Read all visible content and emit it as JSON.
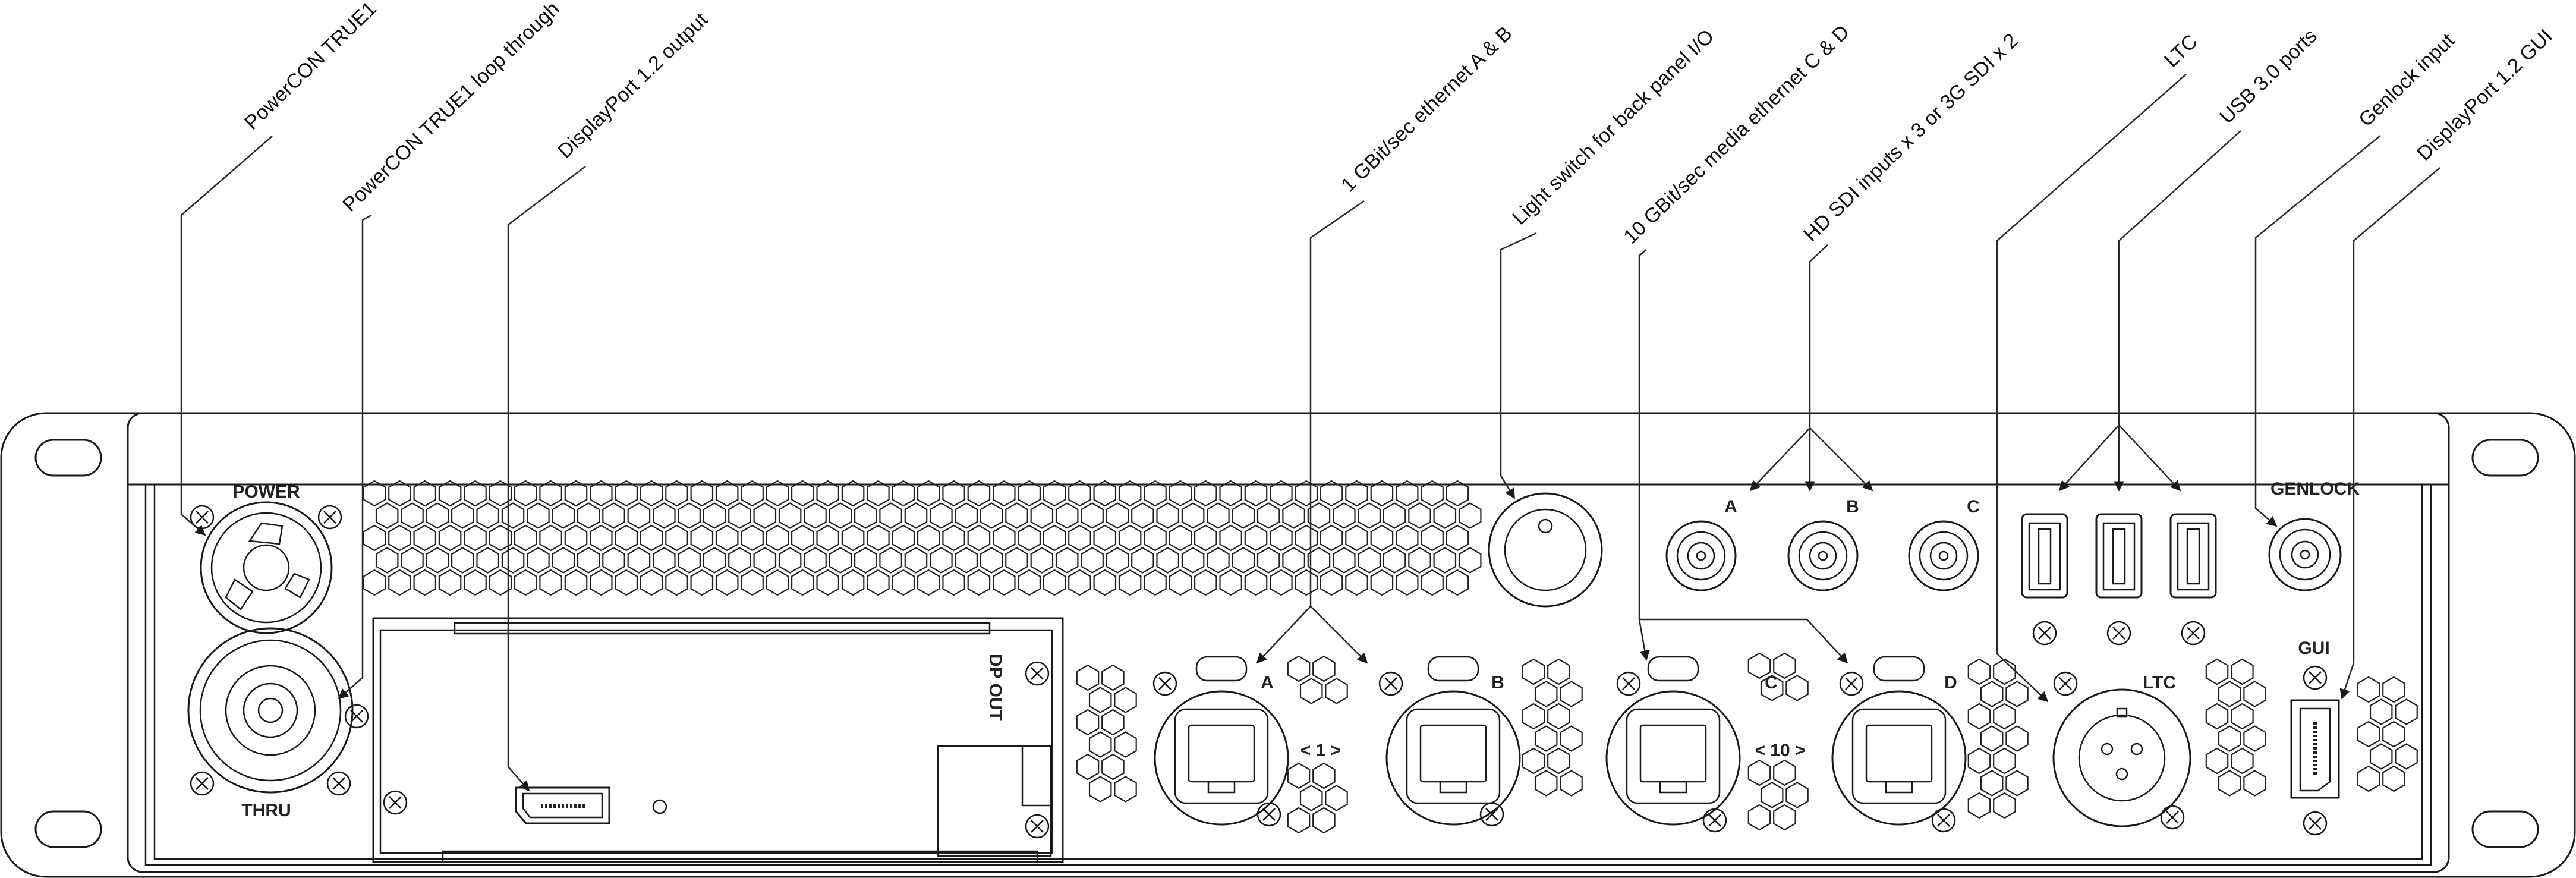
{
  "callouts": [
    "PowerCON TRUE1",
    "PowerCON TRUE1 loop through",
    "DisplayPort 1.2 output",
    "1 GBit/sec ethernet A & B",
    "Light switch for back panel I/O",
    "10 GBit/sec media ethernet C & D",
    "HD SDI inputs x 3 or 3G SDI x 2",
    "LTC",
    "USB 3.0 ports",
    "Genlock input",
    "DisplayPort 1.2 GUI"
  ],
  "panel_labels": {
    "power": "POWER",
    "thru": "THRU",
    "dp_out": "DP OUT",
    "eth_a": "A",
    "eth_b": "B",
    "eth_c": "C",
    "eth_d": "D",
    "group_1": "< 1 >",
    "group_10": "< 10 >",
    "sdi_a": "A",
    "sdi_b": "B",
    "sdi_c": "C",
    "genlock": "GENLOCK",
    "ltc": "LTC",
    "gui": "GUI"
  }
}
